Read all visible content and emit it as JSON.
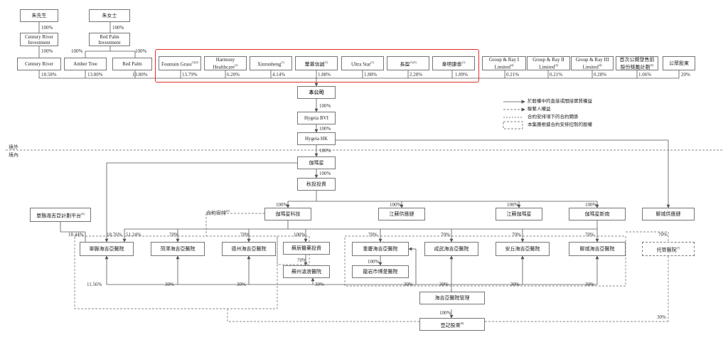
{
  "boxes": {
    "mr_zhu": "朱先生",
    "ms_zhu": "朱女士",
    "century_river_investment": "Century River\nInvestment",
    "red_palm_investment": "Red Palm\nInvestment",
    "century_river": "Century River",
    "amber_tree": "Amber Tree",
    "red_palm": "Red Palm",
    "fountain_grass": "Fountain Grass",
    "fountain_grass_sup": "(1)(2)",
    "harmony_healthcare": "Harmony\nHealthcare",
    "harmony_healthcare_sup": "(1)",
    "xinrunheng": "Xinrunheng",
    "xinrunheng_sup": "(1)",
    "huagai_xinrui": "華蓋信誠",
    "huagai_xinrui_sup": "(1)",
    "ultra_star": "Ultra Star",
    "ultra_star_sup": "(1)",
    "changying": "長盈",
    "changying_sup": "(1)(3)",
    "qinming_kangtai": "秦明康泰",
    "qinming_kangtai_sup": "(1)",
    "group_ray_1": "Group & Ray I\nLimited",
    "group_ray_1_sup": "(4)",
    "group_ray_2": "Group & Ray II\nLimited",
    "group_ray_2_sup": "(4)",
    "group_ray_3": "Group & Ray III\nLimited",
    "group_ray_3_sup": "(4)",
    "ipo_incentive": "首次公開發售前\n股份獎勵計劃",
    "ipo_incentive_sup": "(5)",
    "public_shareholders": "公眾股東",
    "company": "本公司",
    "hygeia_bvi": "Hygeia BVI",
    "hygeia_hk": "Hygeia HK",
    "jiasheng": "伽瑪星",
    "shanghai_investment": "秋投投資",
    "platform": "單縣海吉亞計劃平台",
    "platform_sup": "(6)",
    "jiasheng_tech": "伽瑪星科技",
    "jiangsu_supply": "江蘇供應鏈",
    "jiangsu_jiasheng": "江蘇伽瑪星",
    "jiasheng_new_energy": "伽瑪星新南",
    "liaocheng_supply": "聊城供應鏈",
    "shanxian_hospital": "單縣海吉亞醫院",
    "heze_hospital": "菏澤海吉亞醫院",
    "dezhou_hospital": "德州海吉亞醫院",
    "suzhou_medical_investment": "蘇辰醫藥投資",
    "chongqing_hospital": "重慶海吉亞醫院",
    "chengwu_hospital": "成武海吉亞醫院",
    "anqiu_hospital": "安丘海吉亞醫院",
    "liaocheng_hospital": "聊城海吉亞醫院",
    "tuoguan_hospital": "托管醫院",
    "tuoguan_hospital_sup": "(7)",
    "suzhou_yongding_hospital": "蘇州滄浪醫院",
    "longyan_hospital": "龍岩市博愛醫院",
    "hospital_management": "海吉亞醫院管理",
    "registered_shareholders": "登記股東",
    "registered_shareholders_sup": "(8)"
  },
  "labels": {
    "p100": "100%",
    "p70": "70%",
    "p30": "30%",
    "century_river_pct": "18.58%",
    "amber_tree_pct": "13.80%",
    "red_palm_pct": "13.80%",
    "fountain_grass_pct": "13.79%",
    "harmony_pct": "6.20%",
    "xinrunheng_pct": "4.14%",
    "huagai_pct": "1.88%",
    "ultra_star_pct": "1.88%",
    "changying_pct": "2.28%",
    "qinming_pct": "1.89%",
    "gr1_pct": "0.21%",
    "gr2_pct": "0.21%",
    "gr3_pct": "0.28%",
    "ipo_pct": "1.06%",
    "public_pct": "20%",
    "platform_pct": "18.44%",
    "jiasheng_to_shanxian_pct": "18.76%",
    "tech_to_shanxian_pct": "51.24%",
    "shanxian_bottom_pct": "11.56%",
    "contract": "合約安排",
    "contract_sup": "(8)",
    "offshore": "境外",
    "onshore": "境內"
  },
  "legend": [
    "於股權中的直接或間接實質權益",
    "聯繫人權益",
    "合約安排項下的合約關係",
    "本集團根據合約安排控制的股權"
  ],
  "colors": {
    "highlight": "#e2302c",
    "line": "#555555"
  }
}
